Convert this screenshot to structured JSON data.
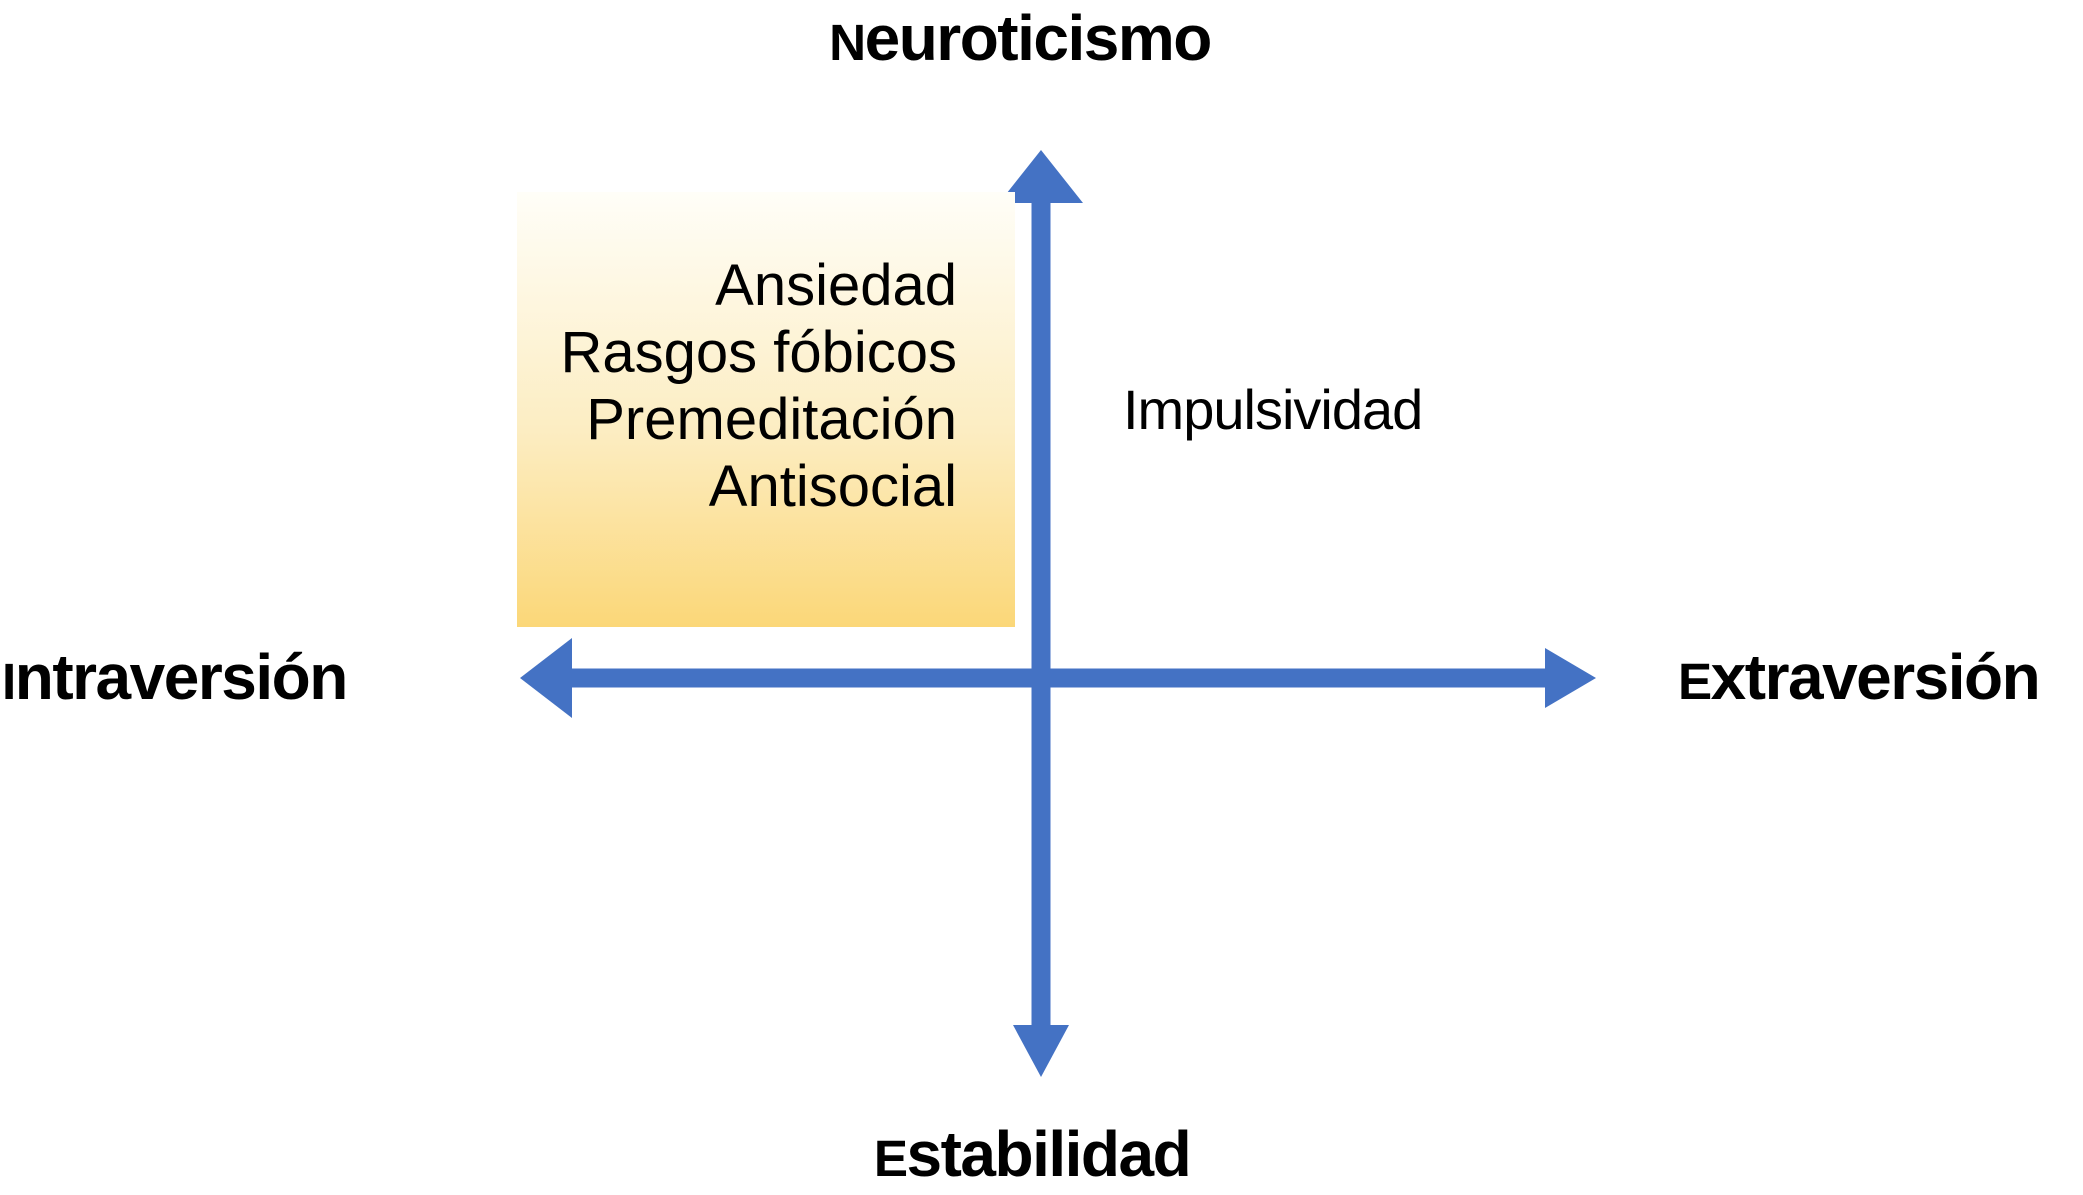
{
  "diagram": {
    "axes": {
      "top_label": "Neuroticismo",
      "bottom_label": "Estabilidad",
      "left_label": "Intraversión",
      "right_label": "Extraversión"
    },
    "quadrant_box": {
      "lines": [
        "Ansiedad",
        "Rasgos fóbicos",
        "Premeditación",
        "Antisocial"
      ]
    },
    "annotation": "Impulsividad",
    "colors": {
      "axis_blue": "#4472C4",
      "box_top": "#FFFEF8",
      "box_mid": "#FCEDC2",
      "box_bottom": "#FBD778",
      "text_color": "#000000"
    }
  }
}
